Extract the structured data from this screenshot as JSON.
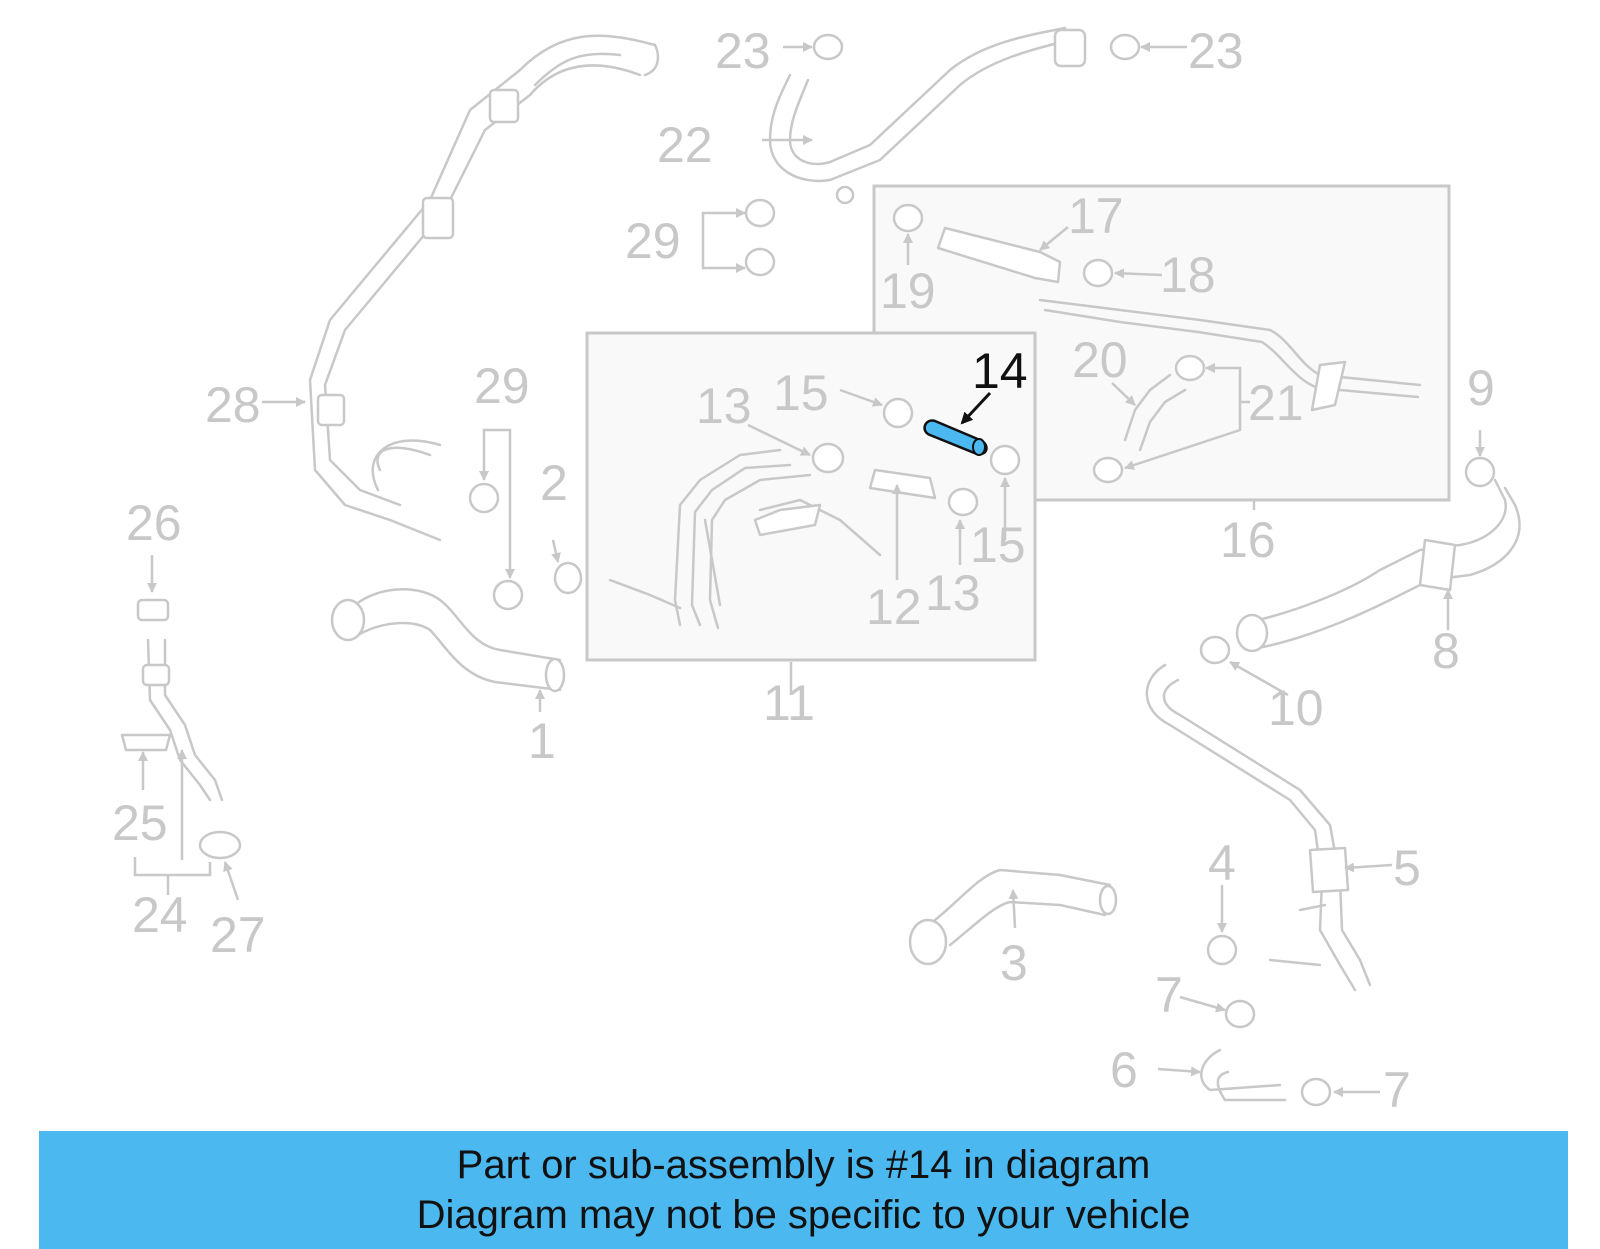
{
  "diagram": {
    "callouts": [
      "1",
      "2",
      "3",
      "4",
      "5",
      "6",
      "7",
      "7",
      "8",
      "9",
      "10",
      "11",
      "12",
      "13",
      "13",
      "14",
      "15",
      "15",
      "16",
      "17",
      "18",
      "19",
      "20",
      "21",
      "22",
      "23",
      "23",
      "24",
      "25",
      "26",
      "27",
      "28",
      "29",
      "29"
    ],
    "highlighted_part": "14",
    "colors": {
      "line": "#c8c8c8",
      "highlight": "#4bb8f0",
      "text_highlight": "#111111"
    }
  },
  "banner": {
    "line1": "Part or sub-assembly is #14 in diagram",
    "line2": "Diagram may not be specific to your vehicle",
    "background": "#4bb8f0"
  }
}
